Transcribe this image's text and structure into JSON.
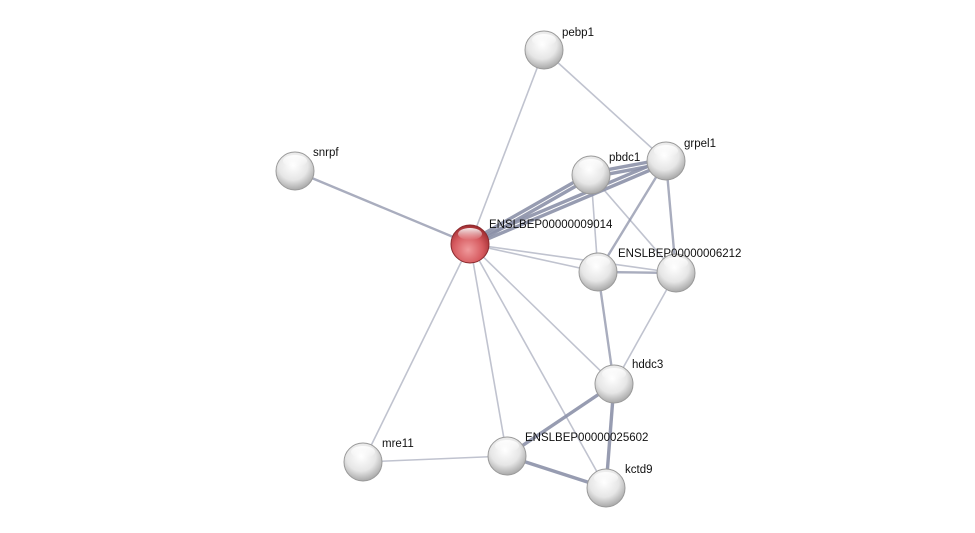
{
  "network": {
    "nodes": [
      {
        "id": "pebp1",
        "label": "pebp1",
        "query": false
      },
      {
        "id": "snrpf",
        "label": "snrpf",
        "query": false
      },
      {
        "id": "pbdc1",
        "label": "pbdc1",
        "query": false
      },
      {
        "id": "grpel1",
        "label": "grpel1",
        "query": false
      },
      {
        "id": "q",
        "label": "ENSLBEP00000009014",
        "query": true
      },
      {
        "id": "n598",
        "label": "",
        "query": false
      },
      {
        "id": "e6212",
        "label": "ENSLBEP00000006212",
        "query": false
      },
      {
        "id": "hddc3",
        "label": "hddc3",
        "query": false
      },
      {
        "id": "e25602",
        "label": "ENSLBEP00000025602",
        "query": false
      },
      {
        "id": "kctd9",
        "label": "kctd9",
        "query": false
      },
      {
        "id": "mre11",
        "label": "mre11",
        "query": false
      }
    ],
    "edges": [
      {
        "s": "q",
        "t": "pebp1",
        "w": 1
      },
      {
        "s": "q",
        "t": "snrpf",
        "w": 2
      },
      {
        "s": "q",
        "t": "pbdc1",
        "w": 3
      },
      {
        "s": "q",
        "t": "grpel1",
        "w": 3
      },
      {
        "s": "q",
        "t": "n598",
        "w": 1
      },
      {
        "s": "q",
        "t": "e6212",
        "w": 1
      },
      {
        "s": "q",
        "t": "hddc3",
        "w": 1
      },
      {
        "s": "q",
        "t": "kctd9",
        "w": 1
      },
      {
        "s": "q",
        "t": "e25602",
        "w": 1
      },
      {
        "s": "q",
        "t": "mre11",
        "w": 1
      },
      {
        "s": "pebp1",
        "t": "grpel1",
        "w": 1
      },
      {
        "s": "pbdc1",
        "t": "grpel1",
        "w": 3
      },
      {
        "s": "pbdc1",
        "t": "n598",
        "w": 1
      },
      {
        "s": "pbdc1",
        "t": "e6212",
        "w": 1
      },
      {
        "s": "grpel1",
        "t": "n598",
        "w": 2
      },
      {
        "s": "grpel1",
        "t": "e6212",
        "w": 2
      },
      {
        "s": "n598",
        "t": "e6212",
        "w": 2
      },
      {
        "s": "n598",
        "t": "hddc3",
        "w": 2
      },
      {
        "s": "e6212",
        "t": "hddc3",
        "w": 1
      },
      {
        "s": "hddc3",
        "t": "e25602",
        "w": 3
      },
      {
        "s": "hddc3",
        "t": "kctd9",
        "w": 3
      },
      {
        "s": "e25602",
        "t": "kctd9",
        "w": 3
      },
      {
        "s": "e25602",
        "t": "mre11",
        "w": 1
      }
    ],
    "colors": {
      "query": "#d9545a",
      "node": "#e2e2e2",
      "edge": "#8c91a8"
    }
  }
}
